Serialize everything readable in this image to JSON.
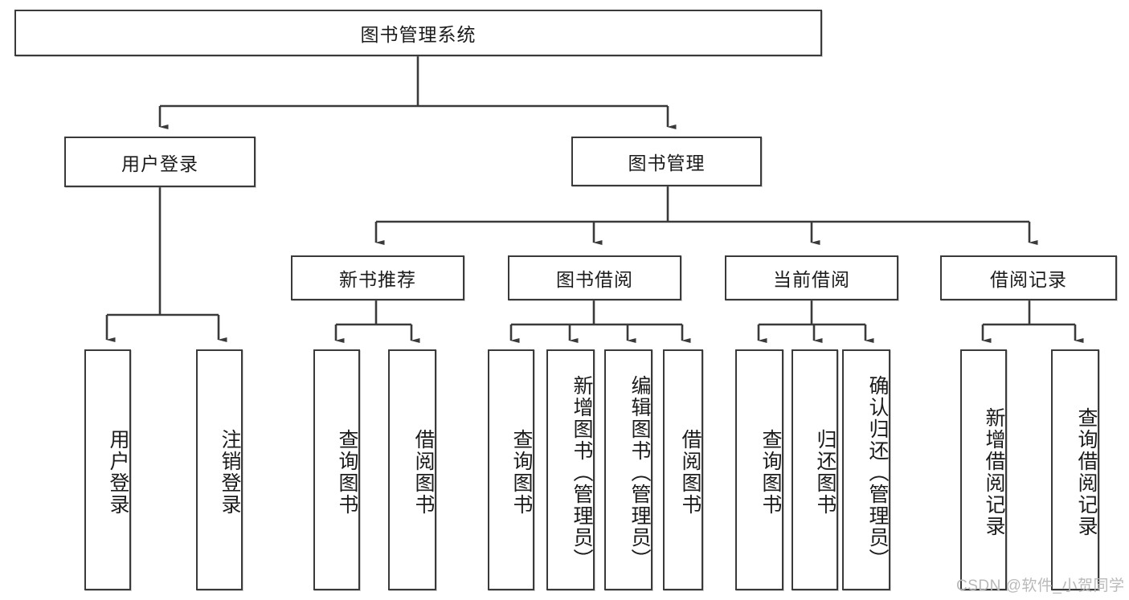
{
  "diagram": {
    "title_node": {
      "label": "图书管理系统"
    },
    "level2": [
      {
        "id": "user-login",
        "label": "用户登录"
      },
      {
        "id": "book-management",
        "label": "图书管理"
      }
    ],
    "level3": [
      {
        "id": "new-book-recommend",
        "label": "新书推荐"
      },
      {
        "id": "book-borrow",
        "label": "图书借阅"
      },
      {
        "id": "current-borrow",
        "label": "当前借阅"
      },
      {
        "id": "borrow-record",
        "label": "借阅记录"
      }
    ],
    "leaves": [
      {
        "id": "leaf-user-login",
        "label": "用户登录",
        "parent": "user-login"
      },
      {
        "id": "leaf-logout",
        "label": "注销登录",
        "parent": "user-login"
      },
      {
        "id": "leaf-query-book-1",
        "label": "查询图书",
        "parent": "new-book-recommend"
      },
      {
        "id": "leaf-borrow-book-1",
        "label": "借阅图书",
        "parent": "new-book-recommend"
      },
      {
        "id": "leaf-query-book-2",
        "label": "查询图书",
        "parent": "book-borrow"
      },
      {
        "id": "leaf-add-book",
        "label": "新增图书（管理员）",
        "parent": "book-borrow"
      },
      {
        "id": "leaf-edit-book",
        "label": "编辑图书（管理员）",
        "parent": "book-borrow"
      },
      {
        "id": "leaf-borrow-book-2",
        "label": "借阅图书",
        "parent": "book-borrow"
      },
      {
        "id": "leaf-query-book-3",
        "label": "查询图书",
        "parent": "current-borrow"
      },
      {
        "id": "leaf-return-book",
        "label": "归还图书",
        "parent": "current-borrow"
      },
      {
        "id": "leaf-confirm-return",
        "label": "确认归还（管理员）",
        "parent": "current-borrow"
      },
      {
        "id": "leaf-add-record",
        "label": "新增借阅记录",
        "parent": "borrow-record"
      },
      {
        "id": "leaf-query-record",
        "label": "查询借阅记录",
        "parent": "borrow-record"
      }
    ],
    "watermark": "CSDN @软件_小贺同学",
    "colors": {
      "stroke": "#3a3a3a",
      "background": "#ffffff",
      "text": "#1b1b1b",
      "watermark": "#b9b9b9"
    }
  }
}
